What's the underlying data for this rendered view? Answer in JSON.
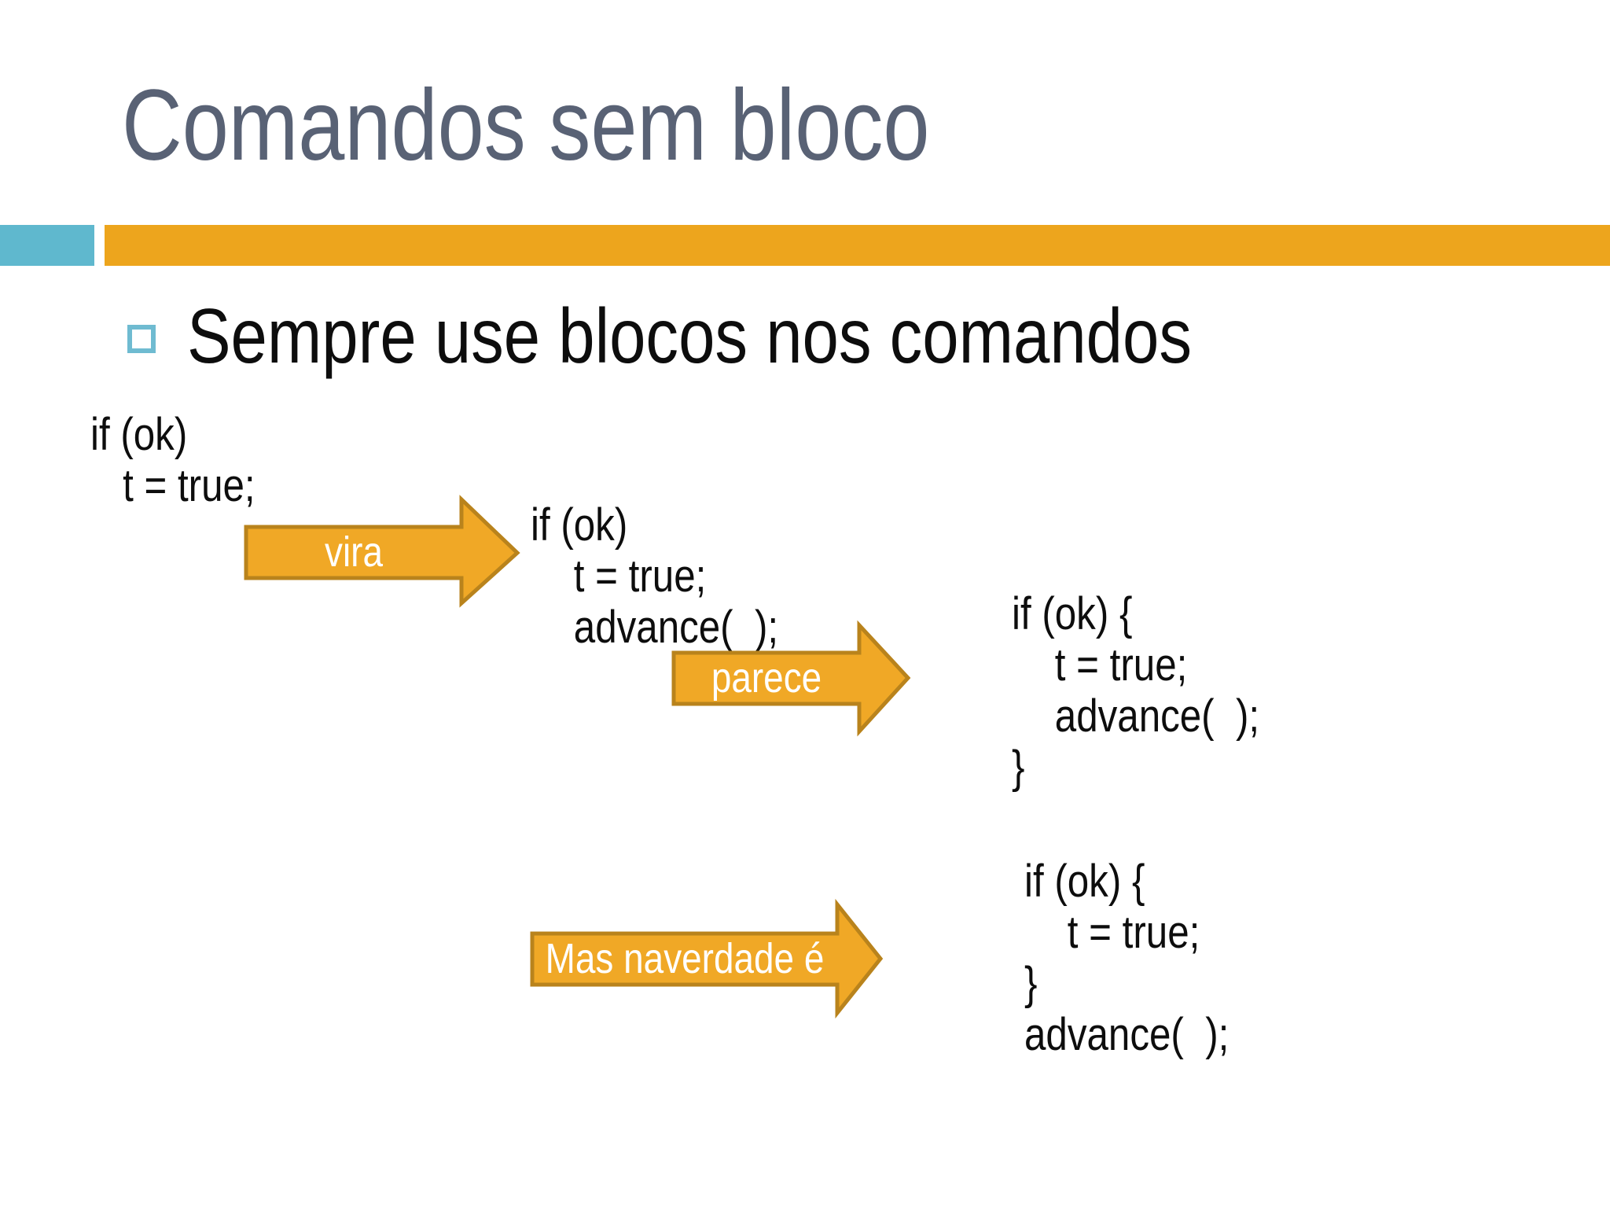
{
  "slide": {
    "title": "Comandos sem bloco",
    "bullet_text": "Sempre use blocos nos comandos"
  },
  "code_blocks": {
    "original": {
      "lines": [
        "if (ok)",
        "   t = true;"
      ]
    },
    "after_vira": {
      "lines": [
        "if (ok)",
        "    t = true;",
        "    advance(  );"
      ]
    },
    "looks_like": {
      "lines": [
        "if (ok) {",
        "    t = true;",
        "    advance(  );",
        "}"
      ]
    },
    "in_truth": {
      "lines": [
        "if (ok) {",
        "    t = true;",
        "}",
        "advance(  );"
      ]
    }
  },
  "arrows": {
    "vira": {
      "label": "vira"
    },
    "parece": {
      "label": "parece"
    },
    "truth": {
      "label": "Mas naverdade é"
    }
  },
  "colors": {
    "background": "#FFFFFF",
    "title-color": "#596275",
    "text-color": "#0D0D0D",
    "accent-blue": "#5FB8CE",
    "accent-orange": "#EDA51D",
    "arrow-fill": "#F0A826",
    "arrow-border": "#B9831C",
    "bullet-border": "#6FBBD1",
    "label-color": "#FFFFFF"
  }
}
